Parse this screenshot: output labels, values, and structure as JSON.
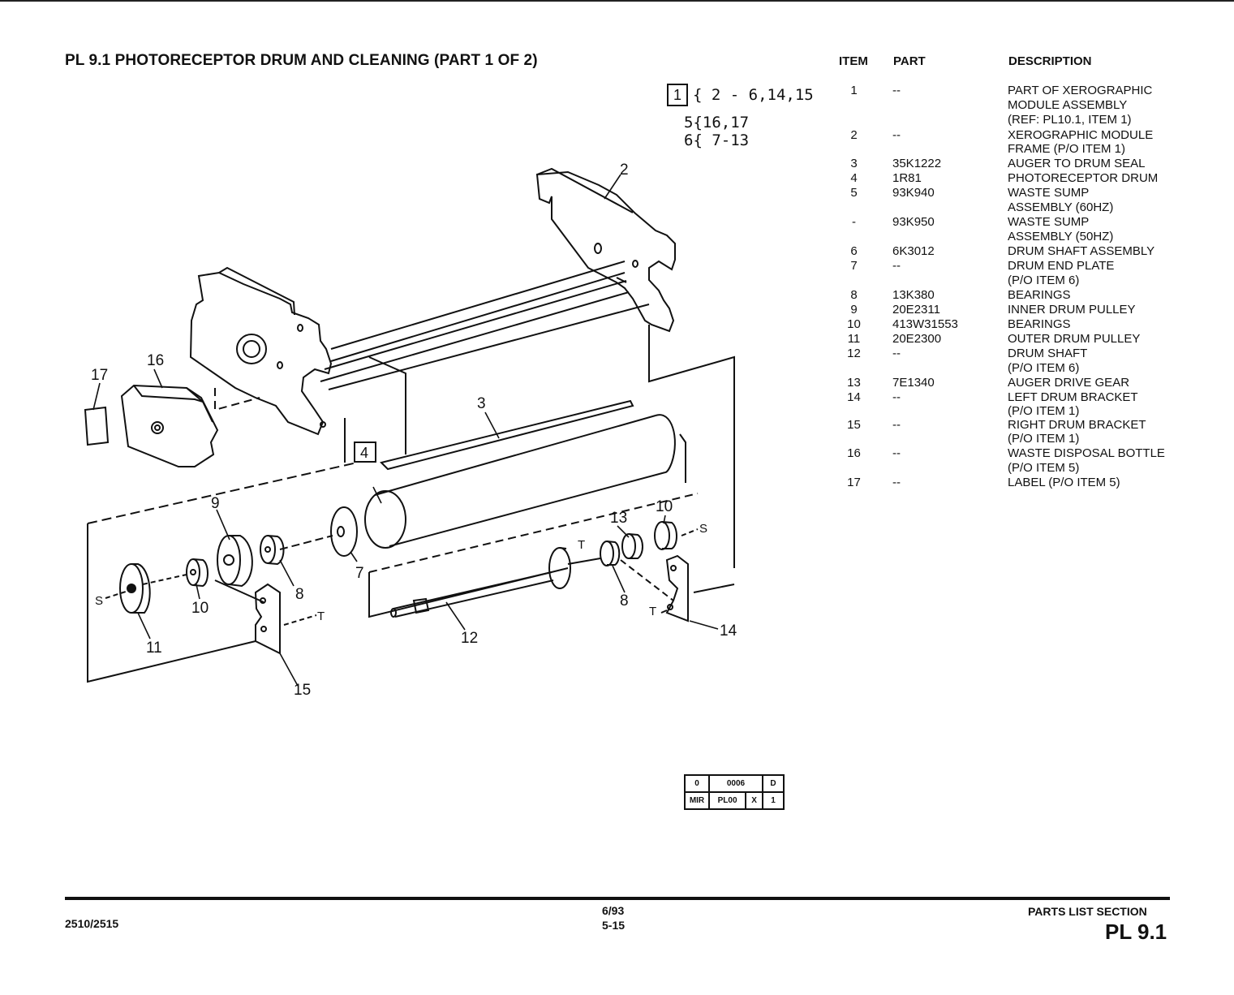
{
  "title": "PL 9.1 PHOTORECEPTOR DRUM AND CLEANING (PART 1 OF 2)",
  "table": {
    "headers": [
      "ITEM",
      "PART",
      "DESCRIPTION"
    ],
    "rows": [
      {
        "item": "1",
        "part": "--",
        "desc": [
          "PART OF XEROGRAPHIC",
          "MODULE ASSEMBLY",
          "(REF: PL10.1, ITEM 1)"
        ]
      },
      {
        "item": "2",
        "part": "--",
        "desc": [
          "XEROGRAPHIC MODULE",
          "FRAME (P/O ITEM 1)"
        ]
      },
      {
        "item": "3",
        "part": "35K1222",
        "desc": [
          "AUGER TO DRUM SEAL"
        ]
      },
      {
        "item": "4",
        "part": "1R81",
        "desc": [
          "PHOTORECEPTOR DRUM"
        ]
      },
      {
        "item": "5",
        "part": "93K940",
        "desc": [
          "WASTE SUMP",
          "ASSEMBLY (60HZ)"
        ]
      },
      {
        "item": "-",
        "part": "93K950",
        "desc": [
          "WASTE SUMP",
          "ASSEMBLY (50HZ)"
        ]
      },
      {
        "item": "6",
        "part": "6K3012",
        "desc": [
          "DRUM SHAFT ASSEMBLY"
        ]
      },
      {
        "item": "7",
        "part": "--",
        "desc": [
          "DRUM END PLATE",
          "(P/O ITEM 6)"
        ]
      },
      {
        "item": "8",
        "part": "13K380",
        "desc": [
          "BEARINGS"
        ]
      },
      {
        "item": "9",
        "part": "20E2311",
        "desc": [
          "INNER DRUM PULLEY"
        ]
      },
      {
        "item": "10",
        "part": "413W31553",
        "desc": [
          "BEARINGS"
        ]
      },
      {
        "item": "11",
        "part": "20E2300",
        "desc": [
          "OUTER DRUM PULLEY"
        ]
      },
      {
        "item": "12",
        "part": "--",
        "desc": [
          "DRUM SHAFT",
          "(P/O ITEM 6)"
        ]
      },
      {
        "item": "13",
        "part": "7E1340",
        "desc": [
          "AUGER DRIVE GEAR"
        ]
      },
      {
        "item": "14",
        "part": "--",
        "desc": [
          "LEFT DRUM BRACKET",
          "(P/O ITEM 1)"
        ]
      },
      {
        "item": "15",
        "part": "--",
        "desc": [
          "RIGHT DRUM BRACKET",
          "(P/O ITEM 1)"
        ]
      },
      {
        "item": "16",
        "part": "--",
        "desc": [
          "WASTE DISPOSAL BOTTLE",
          "(P/O ITEM 5)"
        ]
      },
      {
        "item": "17",
        "part": "--",
        "desc": [
          "LABEL (P/O ITEM 5)"
        ]
      }
    ]
  },
  "callouts": {
    "group1_box": "1",
    "group1_text": "{ 2 - 6,14,15",
    "group5_text": "5{16,17",
    "group6_text": "6{ 7-13",
    "box4": "4"
  },
  "diagram_labels": {
    "l2": "2",
    "l3": "3",
    "l7": "7",
    "l8a": "8",
    "l8b": "8",
    "l9": "9",
    "l10a": "10",
    "l10b": "10",
    "l11": "11",
    "l12": "12",
    "l13": "13",
    "l14": "14",
    "l15": "15",
    "l16": "16",
    "l17": "17",
    "s1": "S",
    "s2": "S",
    "t1": "T",
    "t2": "T",
    "t3": "T"
  },
  "code_table": {
    "top": [
      "0",
      "0006",
      "D"
    ],
    "bottom": [
      "MIR",
      "PL00",
      "X",
      "1"
    ]
  },
  "footer": {
    "model": "2510/2515",
    "date": "6/93",
    "page": "5-15",
    "section": "PARTS LIST SECTION",
    "pl": "PL 9.1"
  }
}
